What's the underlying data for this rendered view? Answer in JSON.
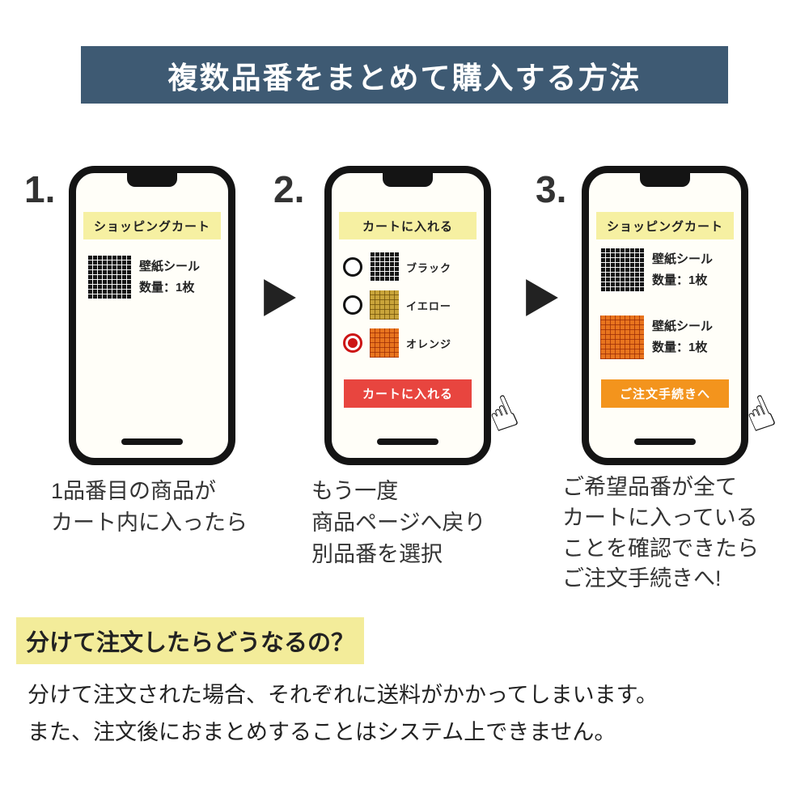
{
  "banner": {
    "title": "複数品番をまとめて購入する方法",
    "bg_color": "#3e5a73"
  },
  "icons": {
    "hand_pointer": "☝",
    "arrow_right": "▶"
  },
  "steps": [
    {
      "number": "1.",
      "phone_header": "ショッピングカート",
      "items": [
        {
          "swatch": "black",
          "name": "壁紙シール",
          "qty": "数量：1枚"
        }
      ],
      "caption": [
        "1品番目の商品が",
        "カート内に入ったら"
      ]
    },
    {
      "number": "2.",
      "phone_header": "カートに入れる",
      "options": [
        {
          "swatch": "black",
          "label": "ブラック",
          "selected": false
        },
        {
          "swatch": "yellow",
          "label": "イエロー",
          "selected": false
        },
        {
          "swatch": "orange",
          "label": "オレンジ",
          "selected": true
        }
      ],
      "button": {
        "label": "カートに入れる",
        "color": "#e8453f"
      },
      "caption": [
        "もう一度",
        "商品ページへ戻り",
        "別品番を選択"
      ]
    },
    {
      "number": "3.",
      "phone_header": "ショッピングカート",
      "items": [
        {
          "swatch": "black",
          "name": "壁紙シール",
          "qty": "数量：1枚"
        },
        {
          "swatch": "orange",
          "name": "壁紙シール",
          "qty": "数量：1枚"
        }
      ],
      "button": {
        "label": "ご注文手続きへ",
        "color": "#f3941d"
      },
      "caption": [
        "ご希望品番が全て",
        "カートに入っている",
        "ことを確認できたら",
        "ご注文手続きへ!"
      ]
    }
  ],
  "footer": {
    "heading": "分けて注文したらどうなるの？",
    "highlight_color": "#f3ec9a",
    "body": [
      "分けて注文された場合、それぞれに送料がかかってしまいます。",
      "また、注文後におまとめすることはシステム上できません。"
    ]
  }
}
